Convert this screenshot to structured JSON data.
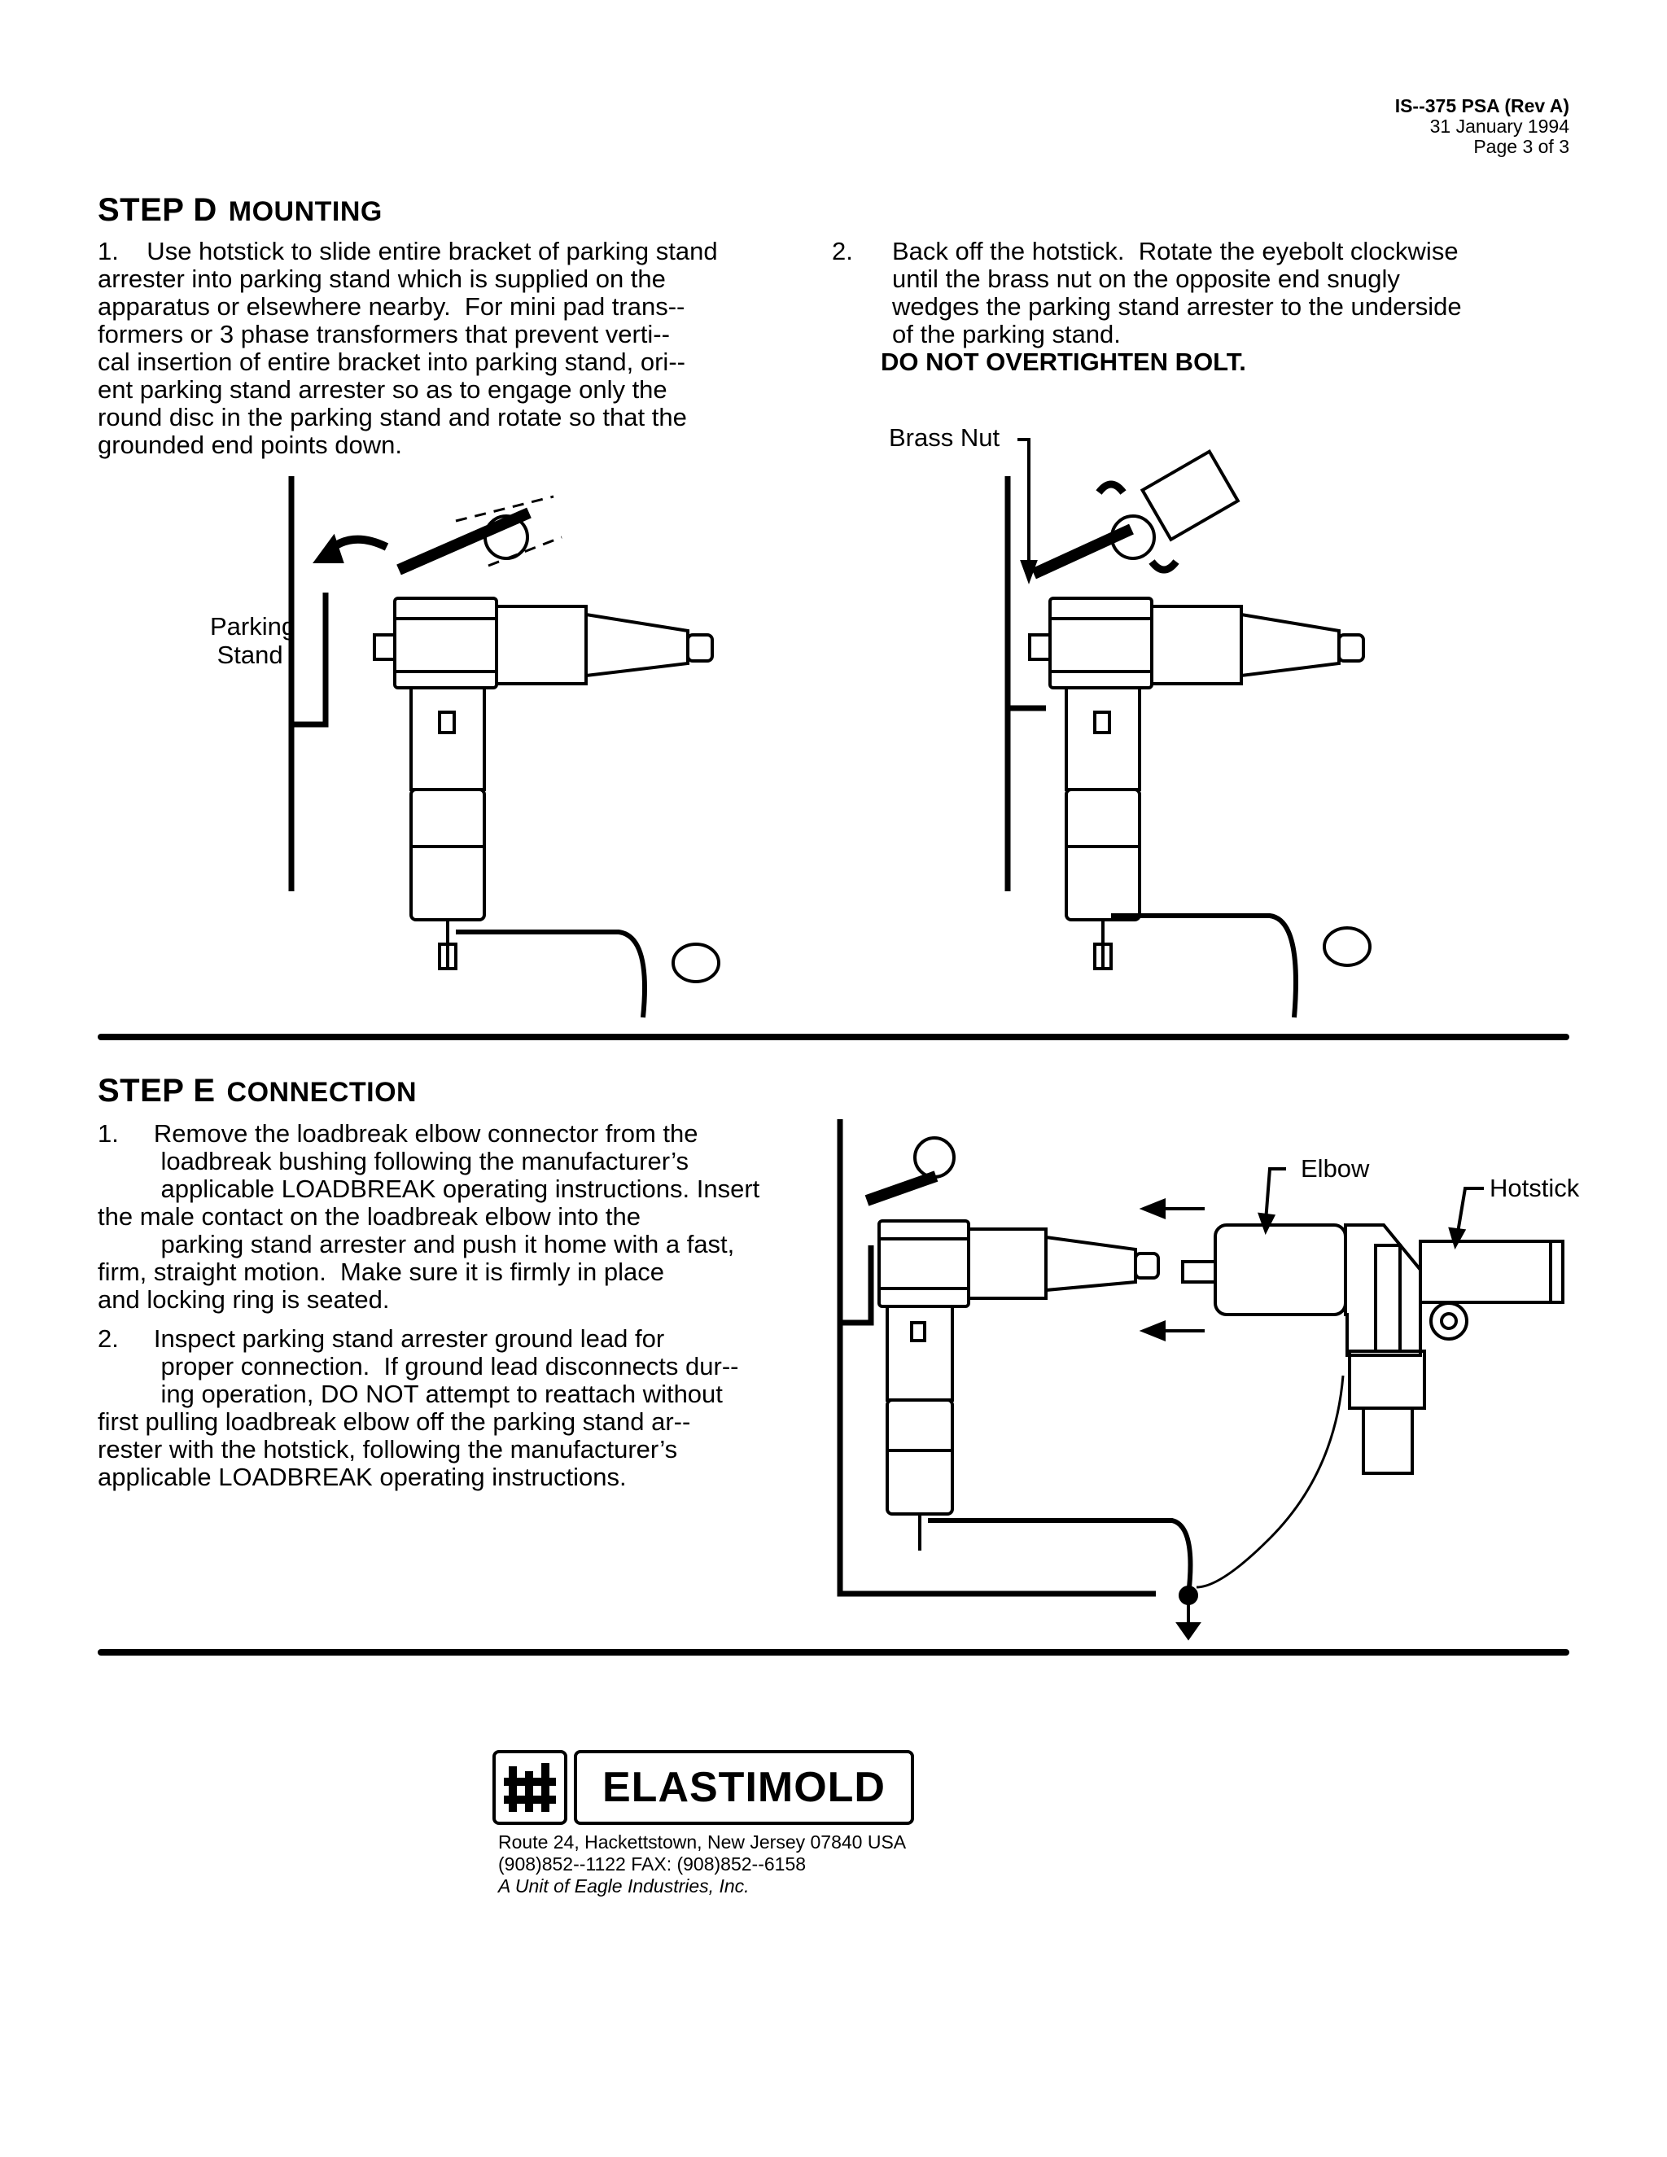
{
  "header": {
    "doc_id": "IS--375 PSA (Rev A)",
    "date": "31 January 1994",
    "page": "Page 3 of 3"
  },
  "step_d": {
    "title": "STEP D",
    "subtitle": "MOUNTING",
    "item1": "1.    Use hotstick to slide entire bracket of parking stand\narrester into parking stand which is supplied on the\napparatus or elsewhere nearby.  For mini pad trans--\nformers or 3 phase transformers that prevent verti--\ncal insertion of entire bracket into parking stand, ori--\nent parking stand arrester so as to engage only the\nround disc in the parking stand and rotate so that the\ngrounded end points down.",
    "item2_num": "2.",
    "item2": "Back off the hotstick.  Rotate the eyebolt clockwise\nuntil the brass nut on the opposite end snugly\nwedges the parking stand arrester to the underside\nof the parking stand.",
    "warning": "DO NOT OVERTIGHTEN BOLT.",
    "label_parking_stand": "Parking\n Stand",
    "label_brass_nut": "Brass Nut"
  },
  "step_e": {
    "title": "STEP E",
    "subtitle": "CONNECTION",
    "item1": "1.     Remove the loadbreak elbow connector from the\n         loadbreak bushing following the manufacturer’s\n         applicable LOADBREAK operating instructions. Insert\nthe male contact on the loadbreak elbow into the\n         parking stand arrester and push it home with a fast,\nfirm, straight motion.  Make sure it is firmly in place\nand locking ring is seated.",
    "item2": "2.     Inspect parking stand arrester ground lead for\n         proper connection.  If ground lead disconnects dur--\n         ing operation, DO NOT attempt to reattach without\nfirst pulling loadbreak elbow off the parking stand ar--\nrester with the hotstick, following the manufacturer’s\napplicable LOADBREAK operating instructions.",
    "label_elbow": "Elbow",
    "label_hotstick": "Hotstick"
  },
  "footer": {
    "brand": "ELASTIMOLD",
    "address": "Route 24, Hackettstown, New Jersey 07840 USA",
    "phone": "(908)852--1122  FAX: (908)852--6158",
    "unit": "A Unit of Eagle Industries, Inc."
  }
}
